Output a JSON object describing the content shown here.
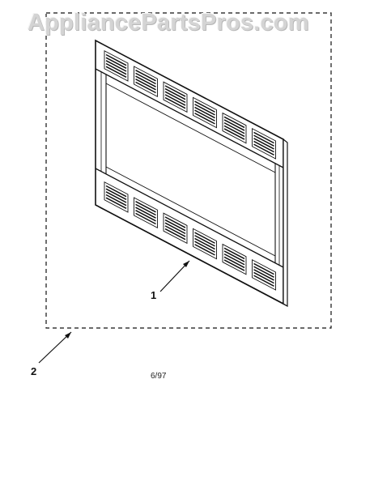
{
  "watermark": {
    "text": "AppliancePartsPros.com"
  },
  "callouts": [
    {
      "label": "1",
      "part": "trim-frame"
    },
    {
      "label": "2",
      "part": "trim-kit-assembly"
    }
  ],
  "footer": {
    "date_code": "6/97"
  },
  "colors": {
    "line": "#111111",
    "watermark": "#d4d4d4",
    "background": "#ffffff"
  },
  "grille": {
    "top_vents": 6,
    "bottom_vents": 6,
    "slots_per_vent": 5
  }
}
